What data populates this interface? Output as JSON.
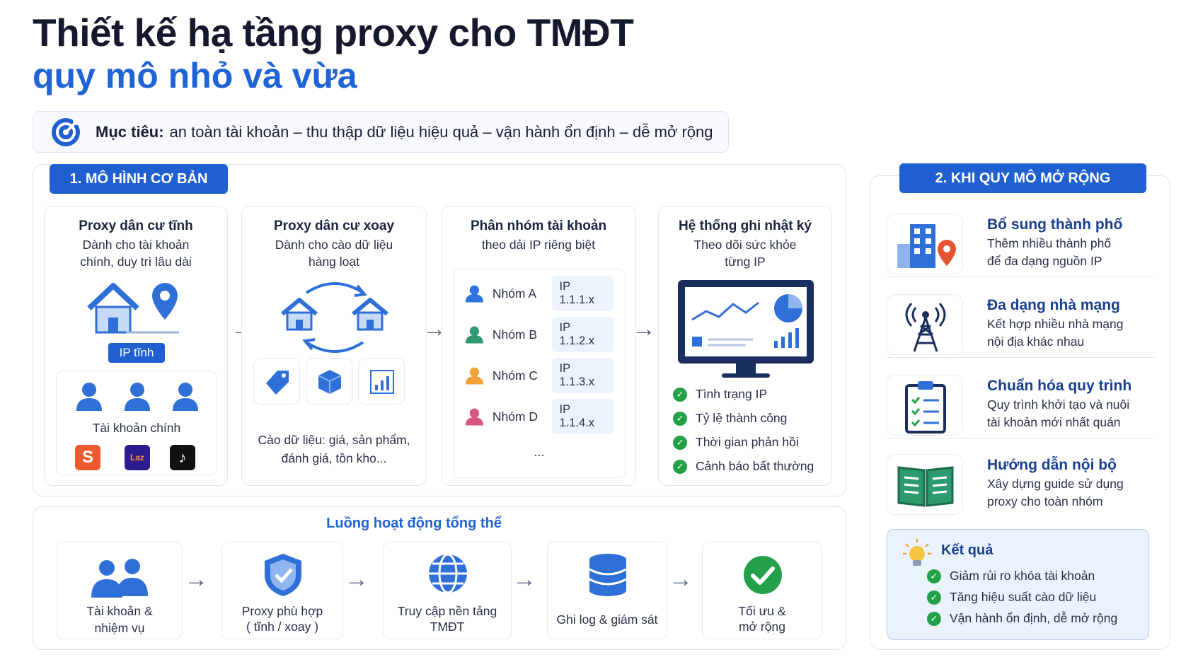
{
  "title": {
    "line1": "Thiết kế hạ tầng proxy cho TMĐT",
    "line2": "quy mô nhỏ và vừa"
  },
  "goal": {
    "label": "Mục tiêu:",
    "text": "an toàn tài khoản – thu thập dữ liệu hiệu quả – vận hành ổn định – dễ mở rộng"
  },
  "section1": {
    "label": "1. MÔ HÌNH CƠ BẢN",
    "cards": [
      {
        "title": "Proxy dân cư tĩnh",
        "desc1": "Dành cho tài khoản",
        "desc2": "chính, duy trì lâu dài",
        "tag": "IP tĩnh",
        "sub_label": "Tài khoản chính"
      },
      {
        "title": "Proxy dân cư xoay",
        "desc1": "Dành cho cào dữ liệu",
        "desc2": "hàng loạt",
        "sub_label1": "Cào dữ liệu: giá, sản phẩm,",
        "sub_label2": "đánh giá, tồn kho..."
      },
      {
        "title": "Phân nhóm tài khoản",
        "desc1": "theo dải IP riêng biệt",
        "groups": [
          {
            "name": "Nhóm A",
            "ip": "IP 1.1.1.x",
            "color": "#2f73e0"
          },
          {
            "name": "Nhóm B",
            "ip": "IP 1.1.2.x",
            "color": "#2e9a6e"
          },
          {
            "name": "Nhóm C",
            "ip": "IP 1.1.3.x",
            "color": "#f0a338"
          },
          {
            "name": "Nhóm D",
            "ip": "IP 1.1.4.x",
            "color": "#d9577f"
          }
        ],
        "more": "..."
      },
      {
        "title": "Hệ thống ghi nhật ký",
        "desc1": "Theo dõi sức khỏe",
        "desc2": "từng IP",
        "checks": [
          "Tình trạng IP",
          "Tỷ lệ thành công",
          "Thời gian phản hồi",
          "Cảnh báo bất thường"
        ]
      }
    ]
  },
  "flow": {
    "title": "Luồng hoạt động tổng thể",
    "steps": [
      {
        "line1": "Tài khoản &",
        "line2": "nhiệm vụ"
      },
      {
        "line1": "Proxy phù hợp",
        "line2": "( tĩnh / xoay )"
      },
      {
        "line1": "Truy cập nền tảng",
        "line2": "TMĐT"
      },
      {
        "line1": "Ghi log & giám sát",
        "line2": ""
      },
      {
        "line1": "Tối ưu &",
        "line2": "mở rộng"
      }
    ]
  },
  "section2": {
    "label": "2. KHI QUY MÔ MỞ RỘNG",
    "items": [
      {
        "title": "Bổ sung thành phố",
        "desc1": "Thêm nhiều thành phố",
        "desc2": "để đa dạng nguồn IP",
        "icon": "city-icon"
      },
      {
        "title": "Đa dạng nhà mạng",
        "desc1": "Kết hợp nhiều nhà mạng",
        "desc2": "nội địa khác nhau",
        "icon": "tower-icon"
      },
      {
        "title": "Chuẩn hóa quy trình",
        "desc1": "Quy trình khởi tạo và nuôi",
        "desc2": "tài khoản mới nhất quán",
        "icon": "clipboard-icon"
      },
      {
        "title": "Hướng dẫn nội bộ",
        "desc1": "Xây dựng guide sử dụng",
        "desc2": "proxy cho toàn nhóm",
        "icon": "book-icon"
      }
    ],
    "result": {
      "title": "Kết quả",
      "checks": [
        "Giảm rủi ro khóa tài khoản",
        "Tăng hiệu suất cào dữ liệu",
        "Vận hành ổn định, dễ mở rộng"
      ]
    }
  },
  "colors": {
    "primary": "#1f5fd0",
    "title_blue": "#1f63d6",
    "check_green": "#24a148"
  }
}
